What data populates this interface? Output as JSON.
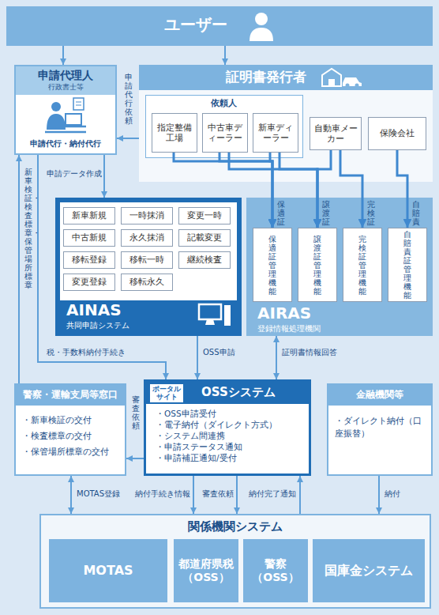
{
  "diagram": {
    "nodes": [
      {
        "text": [
          "ユーザー"
        ]
      },
      {
        "text": [
          "申請代理人",
          "行政書士等",
          "申請代行・納付代行"
        ]
      },
      {
        "text": [
          "証明書発行者"
        ]
      },
      {
        "text": [
          "依頼人"
        ],
        "in": 2
      },
      {
        "text": [
          "指定整備工場"
        ],
        "in": 3
      },
      {
        "text": [
          "中古車ディーラー"
        ],
        "in": 3
      },
      {
        "text": [
          "新車ディーラー"
        ],
        "in": 3
      },
      {
        "text": [
          "自動車メーカー"
        ],
        "in": 2
      },
      {
        "text": [
          "保険会社"
        ],
        "in": 2
      },
      {
        "text": [
          "AINAS",
          "共同申請システム"
        ]
      },
      {
        "text": [
          "新車新規"
        ],
        "in": 9
      },
      {
        "text": [
          "一時抹消"
        ],
        "in": 9
      },
      {
        "text": [
          "変更一時"
        ],
        "in": 9
      },
      {
        "text": [
          "中古新規"
        ],
        "in": 9
      },
      {
        "text": [
          "永久抹消"
        ],
        "in": 9
      },
      {
        "text": [
          "記載変更"
        ],
        "in": 9
      },
      {
        "text": [
          "移転登録"
        ],
        "in": 9
      },
      {
        "text": [
          "移転一時"
        ],
        "in": 9
      },
      {
        "text": [
          "継続検査"
        ],
        "in": 9
      },
      {
        "text": [
          "変更登録"
        ],
        "in": 9
      },
      {
        "text": [
          "移転永久"
        ],
        "in": 9
      },
      {
        "text": [
          "AIRAS",
          "登録情報処理機関"
        ]
      },
      {
        "text": [
          "保適証 管理機能"
        ],
        "in": 21
      },
      {
        "text": [
          "譲渡証 管理機能"
        ],
        "in": 21
      },
      {
        "text": [
          "完検証 管理機能"
        ],
        "in": 21
      },
      {
        "text": [
          "自賠責証 管理機能"
        ],
        "in": 21
      },
      {
        "text": [
          "警察・運輸支局等窓口",
          "・新車検証の交付",
          "・検査標章の交付",
          "・保管場所標章の交付"
        ]
      },
      {
        "text": [
          "ポータル サイト",
          "OSSシステム",
          "・OSS申請受付",
          "・電子納付（ダイレクト方式）",
          "・システム間連携",
          "・申請ステータス通知",
          "・申請補正通知/受付"
        ]
      },
      {
        "text": [
          "金融機関等",
          "・ダイレクト納付（口座振替）"
        ]
      },
      {
        "text": [
          "関係機関システム"
        ]
      },
      {
        "text": [
          "MOTAS"
        ],
        "in": 29
      },
      {
        "text": [
          "都道府県税",
          "（OSS）"
        ],
        "in": 29
      },
      {
        "text": [
          "警察",
          "（OSS）"
        ],
        "in": 29
      },
      {
        "text": [
          "国庫金システム"
        ],
        "in": 29
      }
    ],
    "edges": [
      {
        "from": 0,
        "to": 1,
        "arrow": "to"
      },
      {
        "from": 0,
        "to": 2,
        "arrow": "to"
      },
      {
        "from": 2,
        "to": 1,
        "arrow": "to",
        "label": "申請代行依頼"
      },
      {
        "from": 1,
        "to": 9,
        "arrow": "to",
        "label": "申請データ作成"
      },
      {
        "from": 4,
        "to": 22,
        "arrow": "to",
        "label": "保適証"
      },
      {
        "from": 5,
        "to": 22,
        "arrow": "to"
      },
      {
        "from": 6,
        "to": 22,
        "arrow": "to"
      },
      {
        "from": 5,
        "to": 23,
        "arrow": "to",
        "label": "譲渡証"
      },
      {
        "from": 6,
        "to": 23,
        "arrow": "to"
      },
      {
        "from": 7,
        "to": 23,
        "arrow": "to"
      },
      {
        "from": 7,
        "to": 24,
        "arrow": "to",
        "label": "完検証"
      },
      {
        "from": 8,
        "to": 25,
        "arrow": "to",
        "label": "自賠責"
      },
      {
        "from": 9,
        "to": 27,
        "arrow": "to",
        "label": "OSS申請"
      },
      {
        "from": 21,
        "to": 27,
        "arrow": "both",
        "label": "証明書情報回答"
      },
      {
        "from": 1,
        "to": 27,
        "arrow": "to",
        "label": "税・手数料納付手続き"
      },
      {
        "from": 26,
        "to": 1,
        "arrow": "to",
        "label": "新車検証・検査標章・保管場所標章"
      },
      {
        "from": 27,
        "to": 26,
        "arrow": "to",
        "label": "審査依頼"
      },
      {
        "from": 26,
        "to": 29,
        "arrow": "both",
        "label": "MOTAS登録"
      },
      {
        "from": 27,
        "to": 29,
        "arrow": "to",
        "label": "納付手続き情報"
      },
      {
        "from": 27,
        "to": 29,
        "arrow": "to",
        "label": "審査依頼"
      },
      {
        "from": 29,
        "to": 27,
        "arrow": "to",
        "label": "納付完了通知"
      },
      {
        "from": 28,
        "to": 29,
        "arrow": "to",
        "label": "納付"
      }
    ]
  }
}
